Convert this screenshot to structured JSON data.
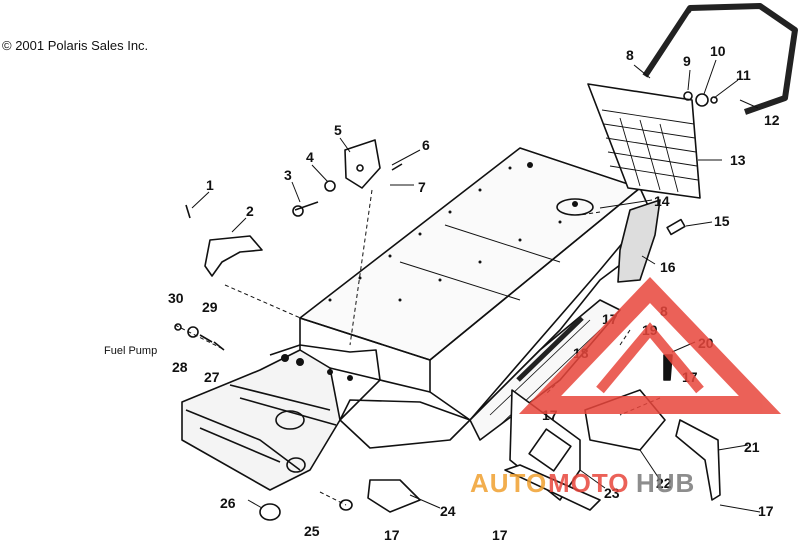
{
  "copyright": "© 2001 Polaris Sales Inc.",
  "labels": {
    "fuel_pump": "Fuel Pump"
  },
  "callouts": [
    "1",
    "2",
    "3",
    "4",
    "5",
    "6",
    "7",
    "8",
    "9",
    "10",
    "11",
    "12",
    "13",
    "14",
    "15",
    "16",
    "8",
    "17",
    "19",
    "20",
    "18",
    "17",
    "17",
    "21",
    "22",
    "23",
    "24",
    "25",
    "26",
    "17",
    "17",
    "17",
    "29",
    "30",
    "28",
    "27"
  ],
  "watermark": {
    "part1": "AUTO",
    "part2": "MOTO",
    "part3": "HUB",
    "color_red": "#e8463c",
    "color_orange": "#f0a030",
    "color_gray": "#7a7a7a"
  }
}
